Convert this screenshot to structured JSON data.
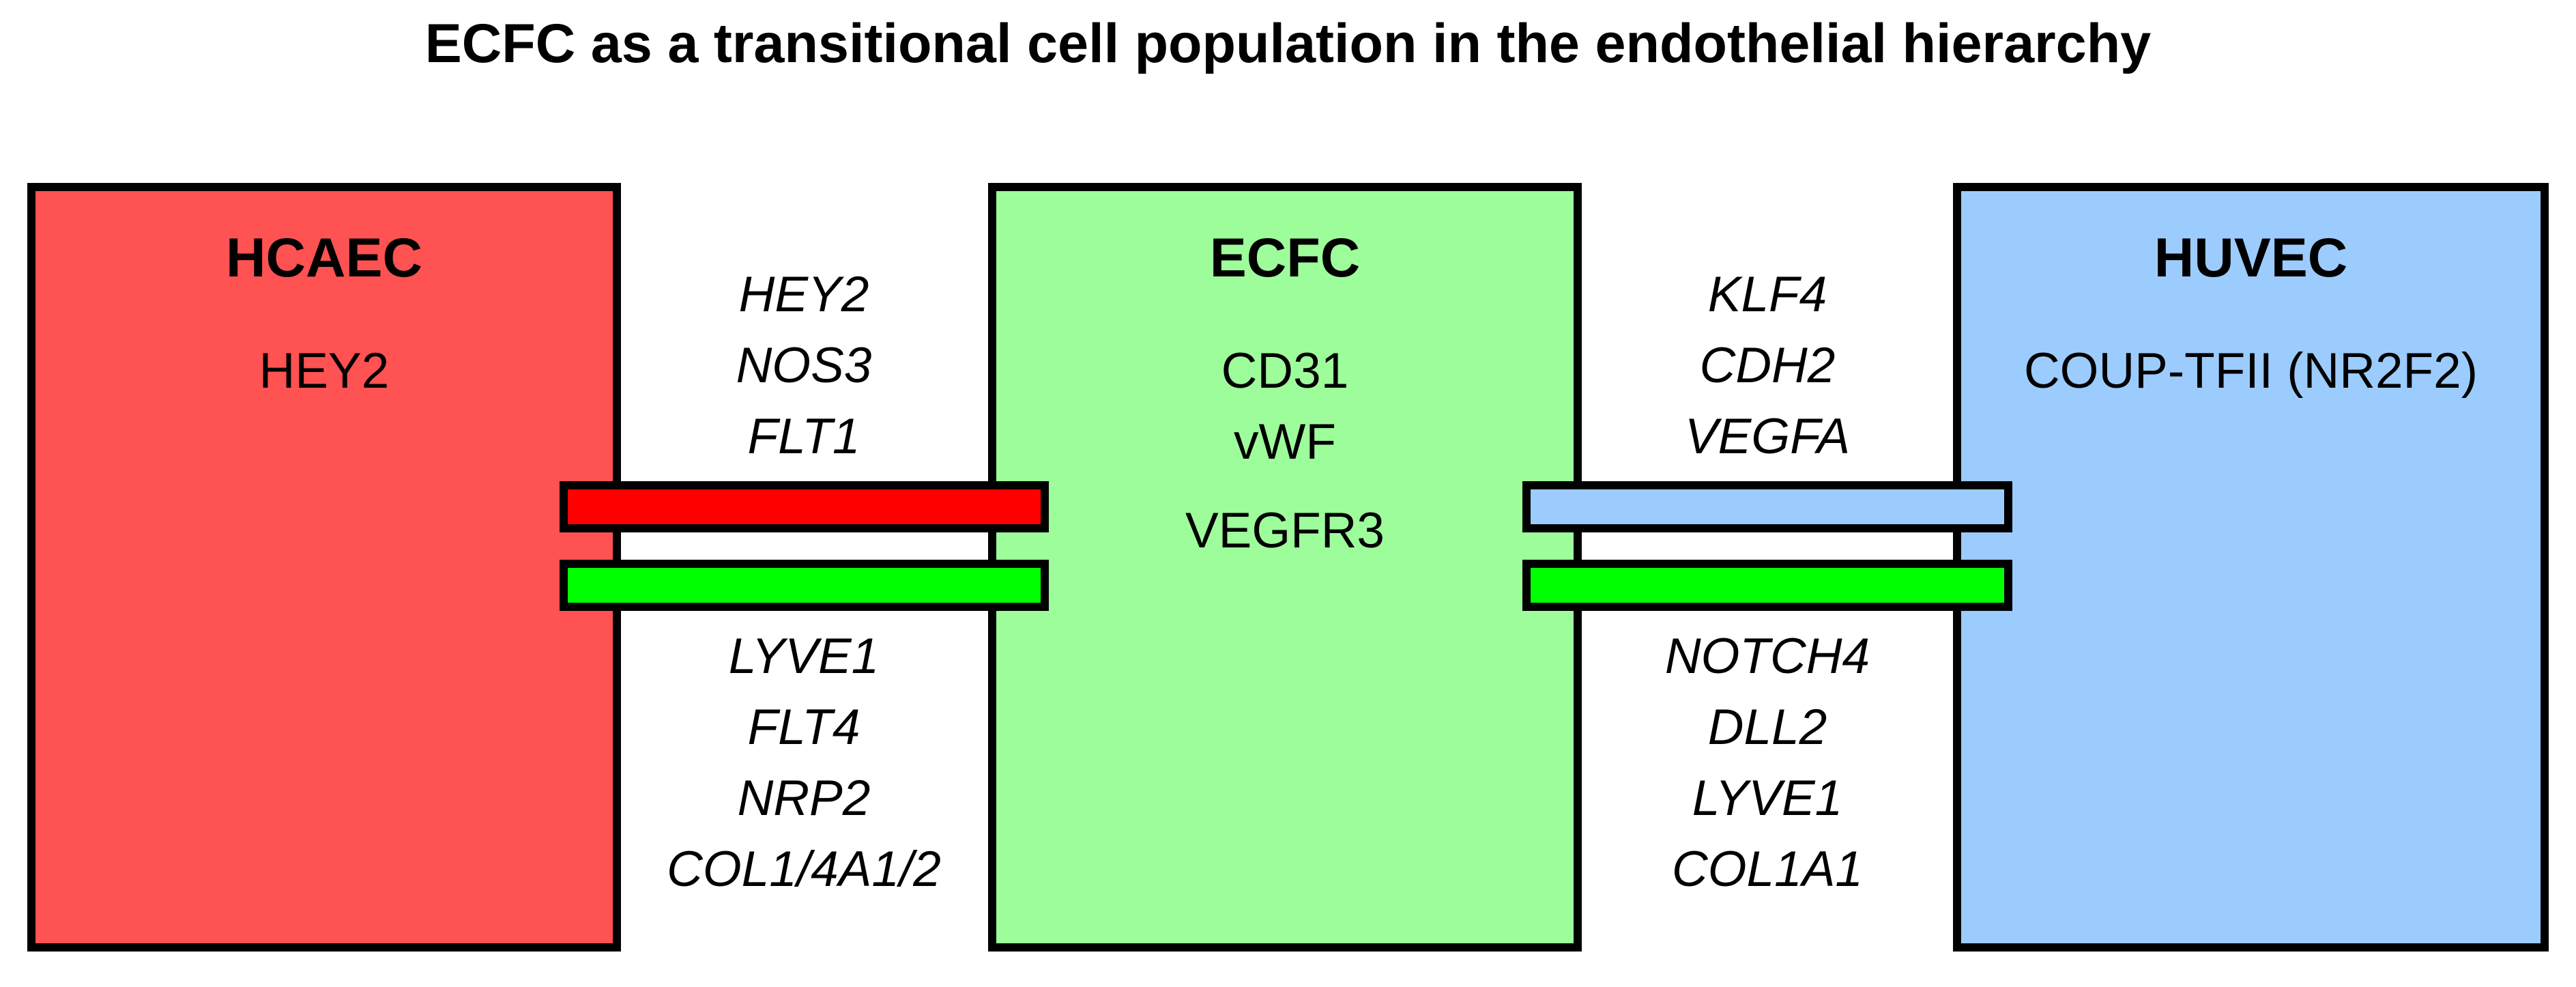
{
  "title": "ECFC as a transitional cell population in the endothelial hierarchy",
  "colors": {
    "hcaec_fill": "#ff5252",
    "ecfc_fill": "#9efd9b",
    "huvec_fill": "#9cccfd",
    "bar_red": "#ff0000",
    "bar_green": "#00ff00",
    "bar_blue": "#9cccfd",
    "outline": "#000000"
  },
  "cells": {
    "hcaec": {
      "name": "HCAEC",
      "markers": [
        "HEY2"
      ]
    },
    "ecfc": {
      "name": "ECFC",
      "markers": [
        "CD31",
        "vWF",
        "VEGFR3"
      ]
    },
    "huvec": {
      "name": "HUVEC",
      "markers": [
        "COUP-TFII (NR2F2)"
      ]
    }
  },
  "links": {
    "hcaec_ecfc": {
      "top_genes": [
        "HEY2",
        "NOS3",
        "FLT1"
      ],
      "bottom_genes": [
        "LYVE1",
        "FLT4",
        "NRP2",
        "COL1/4A1/2"
      ]
    },
    "ecfc_huvec": {
      "top_genes": [
        "KLF4",
        "CDH2",
        "VEGFA"
      ],
      "bottom_genes": [
        "NOTCH4",
        "DLL2",
        "LYVE1",
        "COL1A1"
      ]
    }
  }
}
